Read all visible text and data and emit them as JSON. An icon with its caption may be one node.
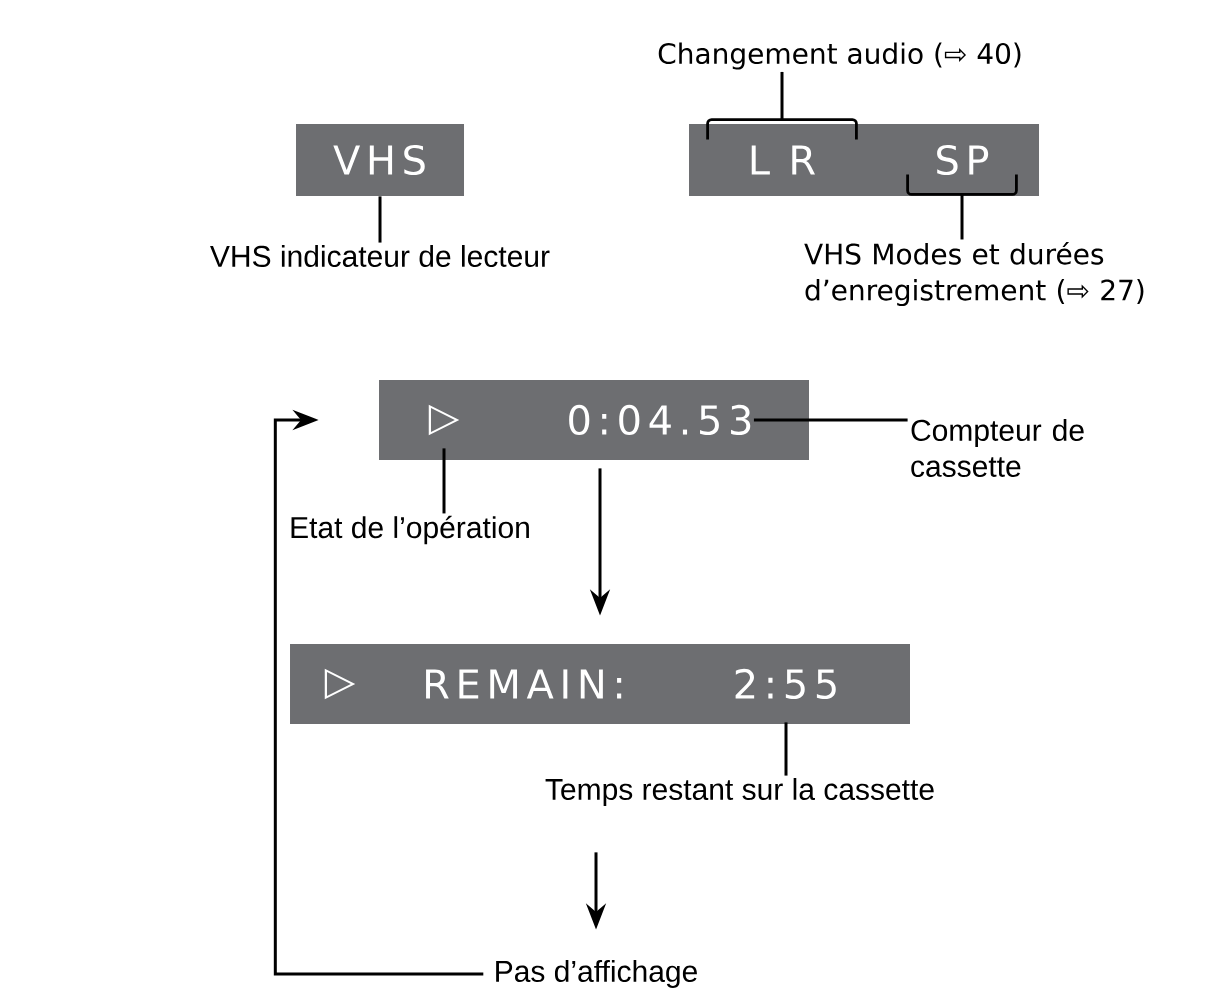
{
  "diagram": {
    "nodes": [
      {
        "text": [
          "VHS"
        ]
      },
      {
        "text": [
          "VHS indicateur de lecteur"
        ]
      },
      {
        "text": [],
        "shape": "box"
      },
      {
        "text": [
          "L R"
        ],
        "in": 2
      },
      {
        "text": [
          "SP"
        ],
        "in": 2
      },
      {
        "text": [
          "Changement audio (⇨ 40)"
        ]
      },
      {
        "text": [
          "VHS Modes et durées d’enregistrement (⇨ 27)"
        ]
      },
      {
        "text": [],
        "shape": "box"
      },
      {
        "text": [
          "▷"
        ],
        "in": 7
      },
      {
        "text": [
          "0:04.53"
        ],
        "in": 7
      },
      {
        "text": [
          "Compteur de cassette"
        ]
      },
      {
        "text": [
          "Etat de l’opération"
        ]
      },
      {
        "text": [],
        "shape": "box"
      },
      {
        "text": [
          "▷"
        ],
        "in": 12
      },
      {
        "text": [
          "REMAIN:"
        ],
        "in": 12
      },
      {
        "text": [
          "2:55"
        ],
        "in": 12
      },
      {
        "text": [
          "Temps restant sur la cassette"
        ]
      },
      {
        "text": [
          "Pas d’affichage"
        ]
      }
    ],
    "edges": [
      {
        "from": 1,
        "to": 0,
        "arrow": "none"
      },
      {
        "from": 5,
        "to": 3,
        "arrow": "none"
      },
      {
        "from": 6,
        "to": 4,
        "arrow": "none"
      },
      {
        "from": 10,
        "to": 9,
        "arrow": "none"
      },
      {
        "from": 11,
        "to": 8,
        "arrow": "none"
      },
      {
        "from": 16,
        "to": 15,
        "arrow": "none"
      },
      {
        "from": 7,
        "to": 12,
        "arrow": "to"
      },
      {
        "from": 16,
        "to": 17,
        "arrow": "to"
      },
      {
        "from": 17,
        "to": 7,
        "arrow": "to"
      }
    ]
  }
}
